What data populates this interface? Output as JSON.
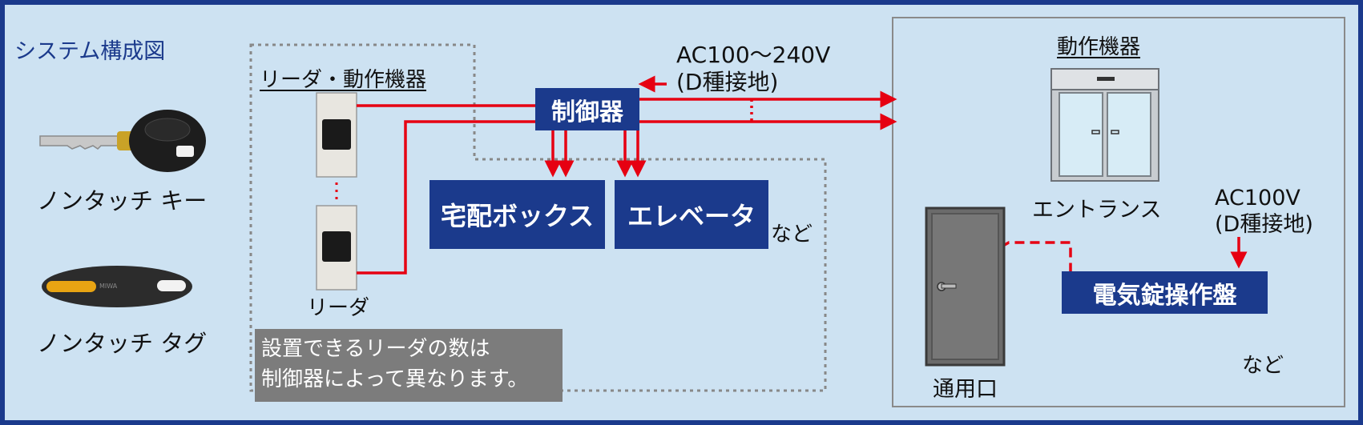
{
  "title": "システム構成図",
  "reader_group": {
    "label": "リーダ・動作機器"
  },
  "controller": {
    "label": "制御器"
  },
  "power_source": {
    "line1": "AC100〜240V",
    "line2": "(D種接地)"
  },
  "targets": {
    "delivery_box": "宅配ボックス",
    "elevator": "エレベータ",
    "etc": "など"
  },
  "reader": {
    "label": "リーダ"
  },
  "note": {
    "line1": "設置できるリーダの数は",
    "line2": "制御器によって異なります。"
  },
  "devices": {
    "label": "動作機器",
    "entrance": "エントランス",
    "service_door": "通用口",
    "lock_panel": "電気錠操作盤",
    "power_line1": "AC100V",
    "power_line2": "(D種接地)",
    "etc": "など"
  },
  "credentials": {
    "key": "ノンタッチ キー",
    "tag": "ノンタッチ タグ"
  },
  "colors": {
    "brand_blue": "#1b3a8c",
    "background": "#cde2f2",
    "line_red": "#e60012",
    "note_gray": "#7c7c7c"
  }
}
